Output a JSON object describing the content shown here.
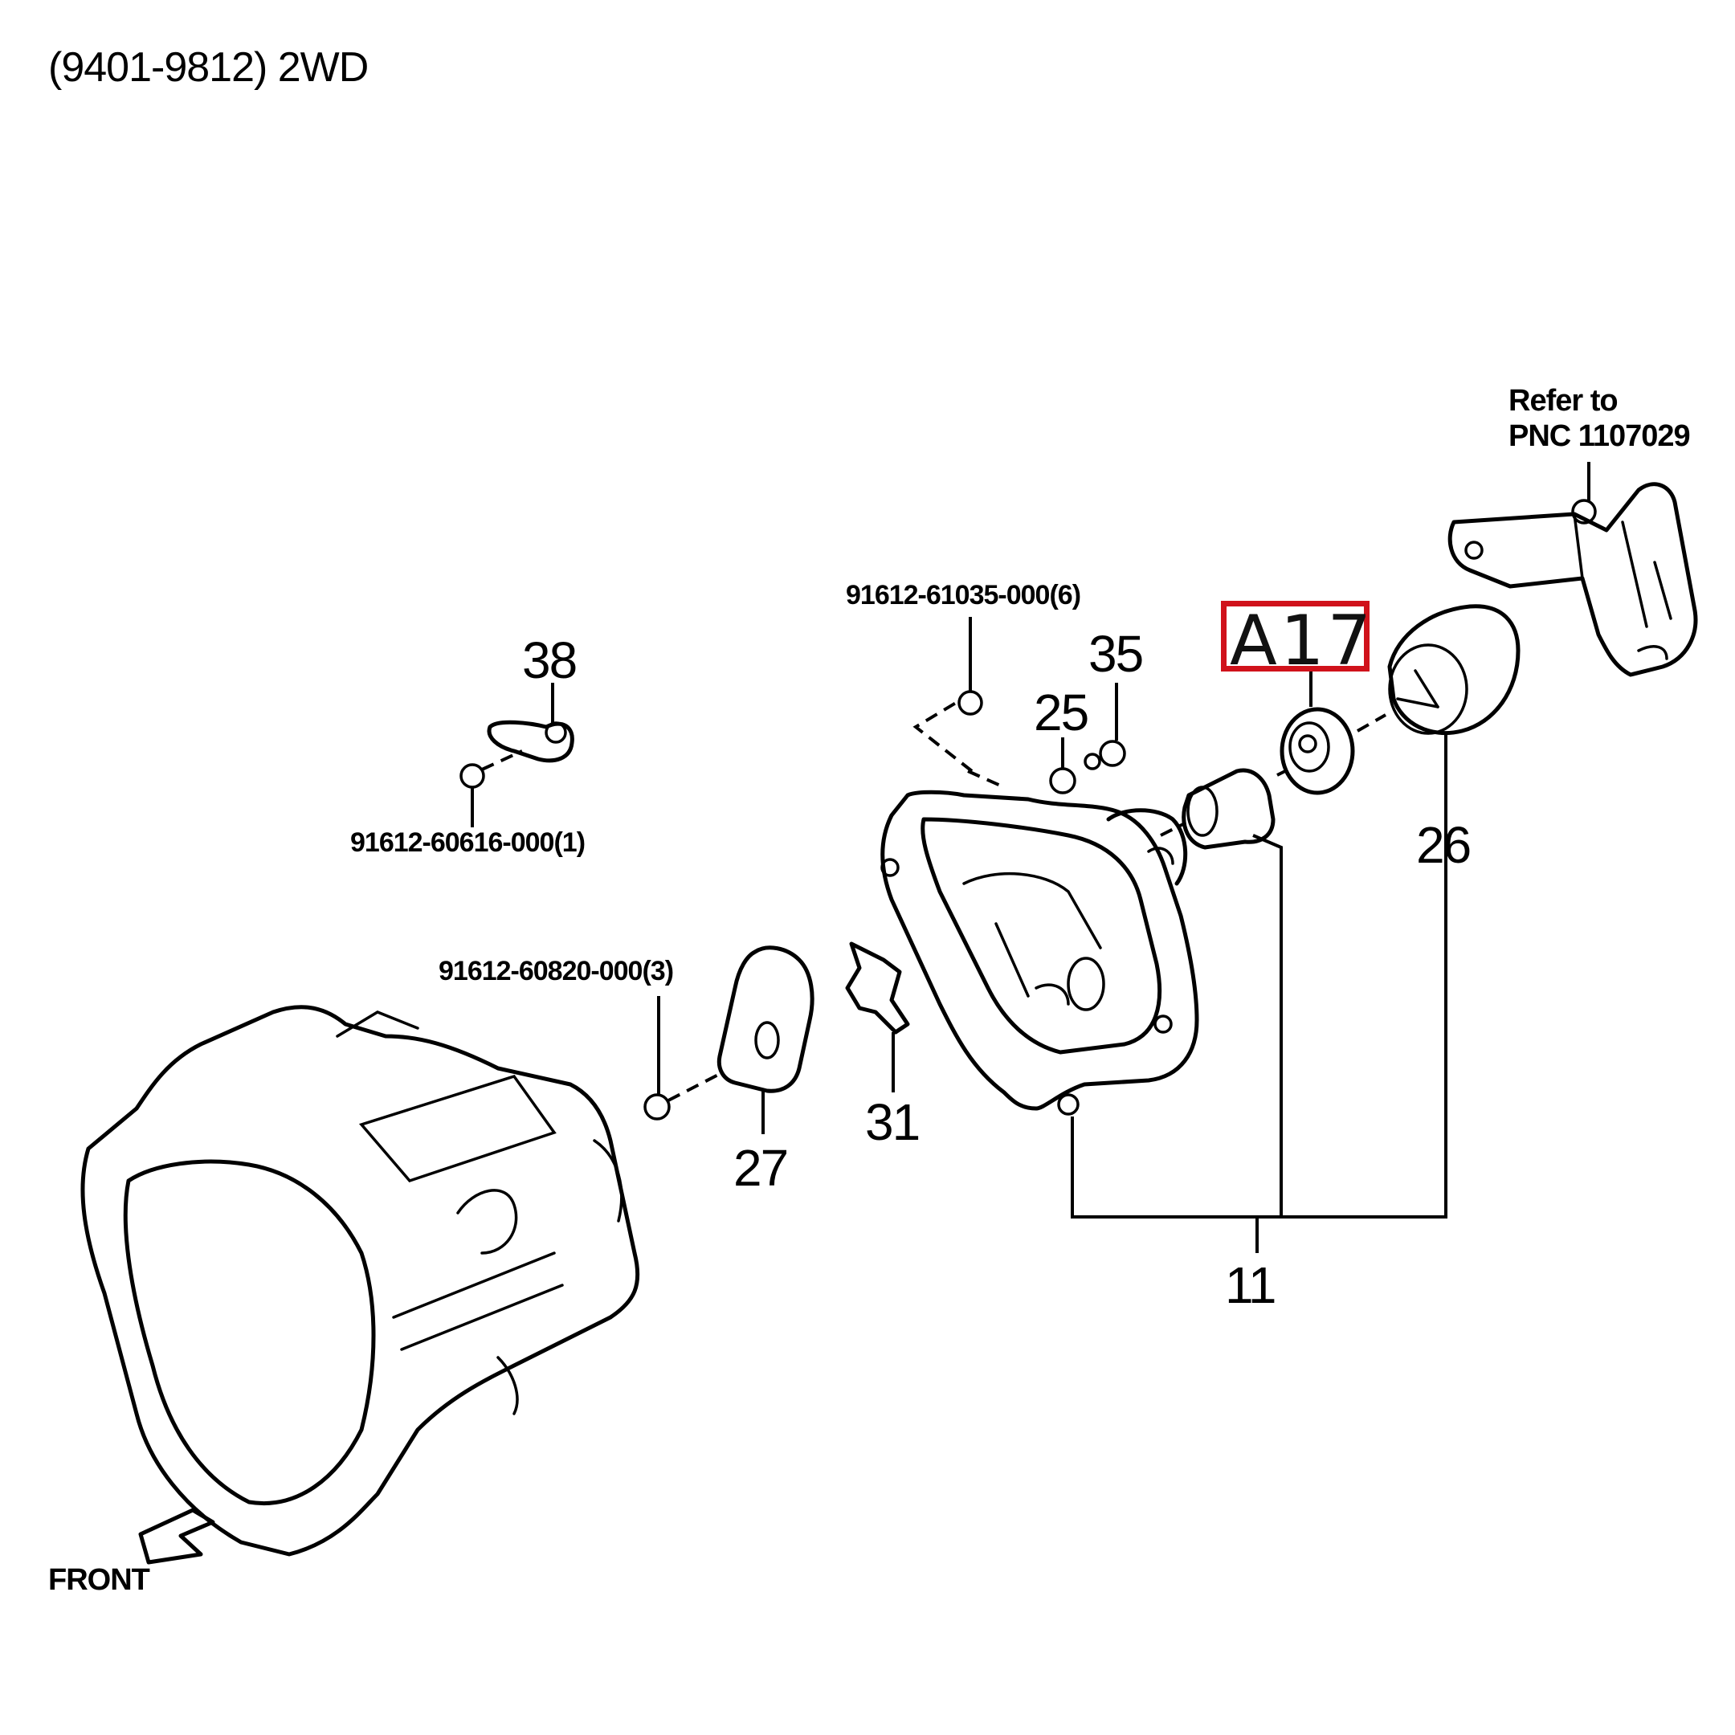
{
  "title": "(9401-9812) 2WD",
  "reference": {
    "line1": "Refer to",
    "line2": "PNC 1107029"
  },
  "callouts": {
    "c38": "38",
    "c35": "35",
    "c25": "25",
    "c26": "26",
    "c31": "31",
    "c27": "27",
    "c11": "11"
  },
  "part_numbers": {
    "pn_61035": "91612-61035-000(6)",
    "pn_60616": "91612-60616-000(1)",
    "pn_60820": "91612-60820-000(3)"
  },
  "highlight": {
    "label": "A17",
    "color": "#d0121b"
  },
  "front_label": "FRONT"
}
